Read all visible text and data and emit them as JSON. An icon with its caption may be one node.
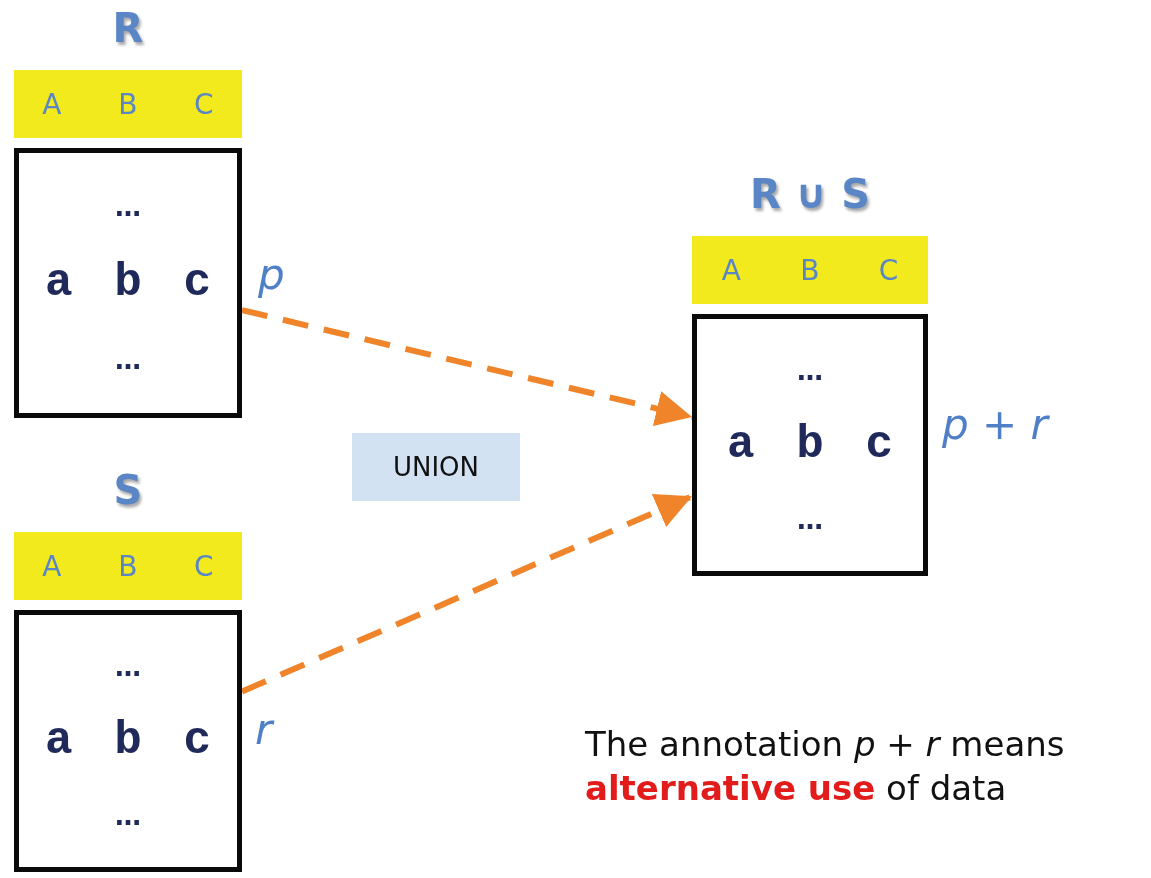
{
  "diagram": {
    "nodes": [
      {
        "text": [
          "R",
          "A",
          "B",
          "C",
          "…",
          "a b c",
          "…"
        ],
        "beside": [
          "p"
        ]
      },
      {
        "text": [
          "S",
          "A",
          "B",
          "C",
          "…",
          "a b c",
          "…"
        ],
        "beside": [
          "r"
        ]
      },
      {
        "text": [
          "R ∪ S",
          "A",
          "B",
          "C",
          "…",
          "a b c",
          "…"
        ],
        "beside": [
          "p + r"
        ]
      },
      {
        "text": [
          "UNION"
        ]
      }
    ],
    "edges": [
      {
        "from": 0,
        "to": 2,
        "arrow": "to",
        "style": "dashed",
        "color": "#f0842a"
      },
      {
        "from": 1,
        "to": 2,
        "arrow": "to",
        "style": "dashed",
        "color": "#f0842a"
      }
    ],
    "labels": [
      "The annotation *p + r* means **alternative use** of data"
    ]
  }
}
